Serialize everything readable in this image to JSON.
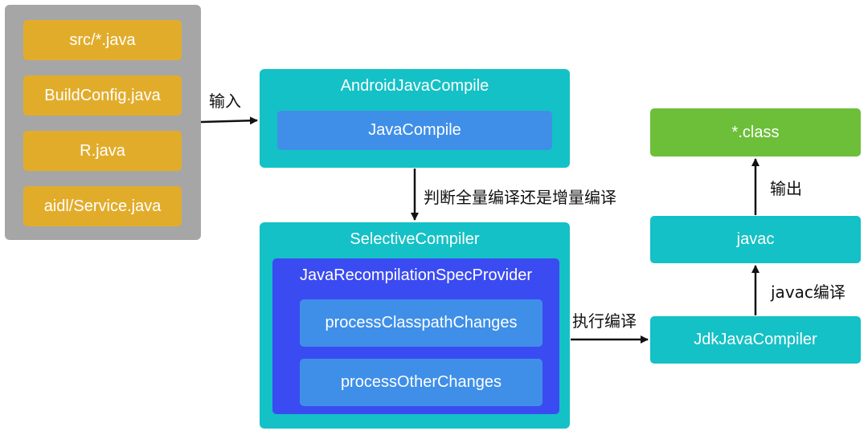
{
  "inputs": {
    "items": [
      "src/*.java",
      "BuildConfig.java",
      "R.java",
      "aidl/Service.java"
    ]
  },
  "android_java_compile": {
    "title": "AndroidJavaCompile",
    "inner": "JavaCompile"
  },
  "selective_compiler": {
    "title": "SelectiveCompiler",
    "provider": {
      "title": "JavaRecompilationSpecProvider",
      "methods": [
        "processClasspathChanges",
        "processOtherChanges"
      ]
    }
  },
  "jdk_java_compiler": "JdkJavaCompiler",
  "javac": "javac",
  "class_output": "*.class",
  "edge_labels": {
    "input": "输入",
    "decide": "判断全量编译还是增量编译",
    "execute": "执行编译",
    "javac_compile": "javac编译",
    "output": "输出"
  },
  "colors": {
    "gray_panel": "#a6a6a6",
    "yellow": "#e2ac2b",
    "teal": "#14c1c6",
    "blue": "#3f8fe8",
    "indigo": "#3b4bf2",
    "green": "#6dbf3a"
  }
}
